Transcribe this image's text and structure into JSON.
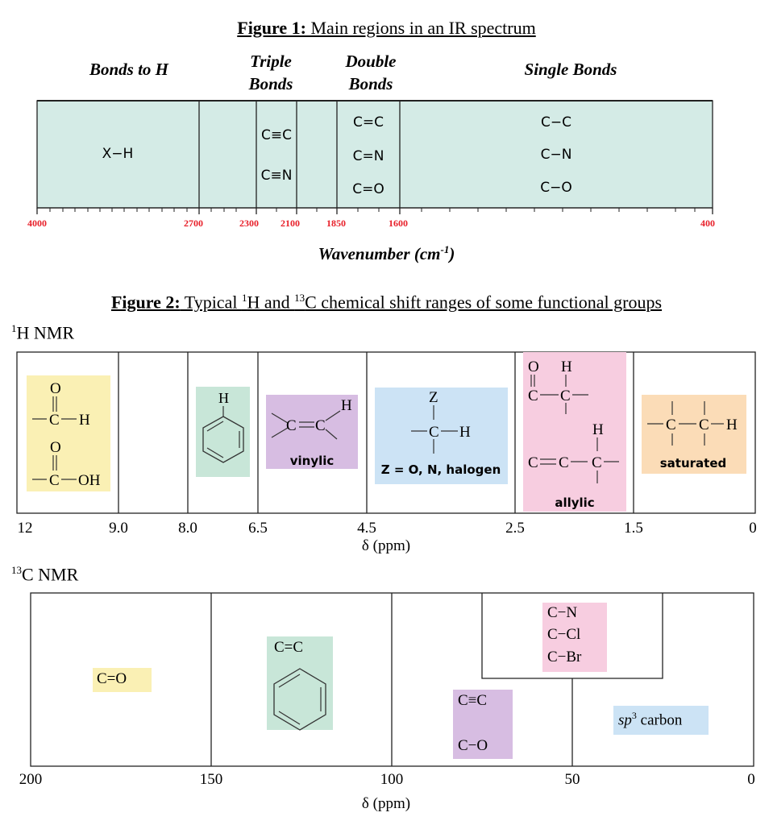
{
  "figure1": {
    "title_bold": "Figure 1:",
    "title_rest": " Main regions in an IR spectrum",
    "regions": {
      "bonds_to_h": "Bonds to H",
      "triple_line1": "Triple",
      "triple_line2": "Bonds",
      "double_line1": "Double",
      "double_line2": "Bonds",
      "single": "Single Bonds"
    },
    "bonds": {
      "xh": "X−H",
      "triple": [
        "C≡C",
        "C≡N"
      ],
      "double": [
        "C=C",
        "C=N",
        "C=O"
      ],
      "single": [
        "C−C",
        "C−N",
        "C−O"
      ]
    },
    "ticks": [
      "4000",
      "2700",
      "2300",
      "2100",
      "1850",
      "1600",
      "400"
    ],
    "axis_label": "Wavenumber (cm",
    "axis_label_sup": "-1",
    "axis_label_end": ")",
    "colors": {
      "panel": "#d4ebe6",
      "tick_labels": "#e8202a"
    }
  },
  "figure2": {
    "title_bold": "Figure 2:",
    "title_rest": " Typical ",
    "title_sup1": "1",
    "title_mid": "H and ",
    "title_sup2": "13",
    "title_end": "C chemical shift ranges of some functional groups",
    "h_nmr": {
      "label_sup": "1",
      "label": "H NMR",
      "ticks": [
        "12",
        "9.0",
        "8.0",
        "6.5",
        "4.5",
        "2.5",
        "1.5",
        "0"
      ],
      "axis_label": "δ (ppm)",
      "groups": {
        "vinylic": "vinylic",
        "halogen": "Z = O, N, halogen",
        "allylic": "allylic",
        "saturated": "saturated"
      },
      "colors": {
        "yellow": "#faf0b4",
        "green": "#c8e6d8",
        "purple": "#d7bde2",
        "blue": "#cce3f5",
        "pink": "#f7cde0",
        "orange": "#fbdcb7"
      }
    },
    "c_nmr": {
      "label_sup": "13",
      "label": "C NMR",
      "ticks": [
        "200",
        "150",
        "100",
        "50",
        "0"
      ],
      "axis_label": "δ (ppm)",
      "groups": {
        "carbonyl": "C=O",
        "alkene": "C=C",
        "nitrogen_halogen": [
          "C−N",
          "C−Cl",
          "C−Br"
        ],
        "alkyne": "C≡C",
        "co_single": "C−O",
        "sp3_italic": "sp",
        "sp3_sup": "3",
        "sp3_rest": " carbon"
      }
    }
  }
}
